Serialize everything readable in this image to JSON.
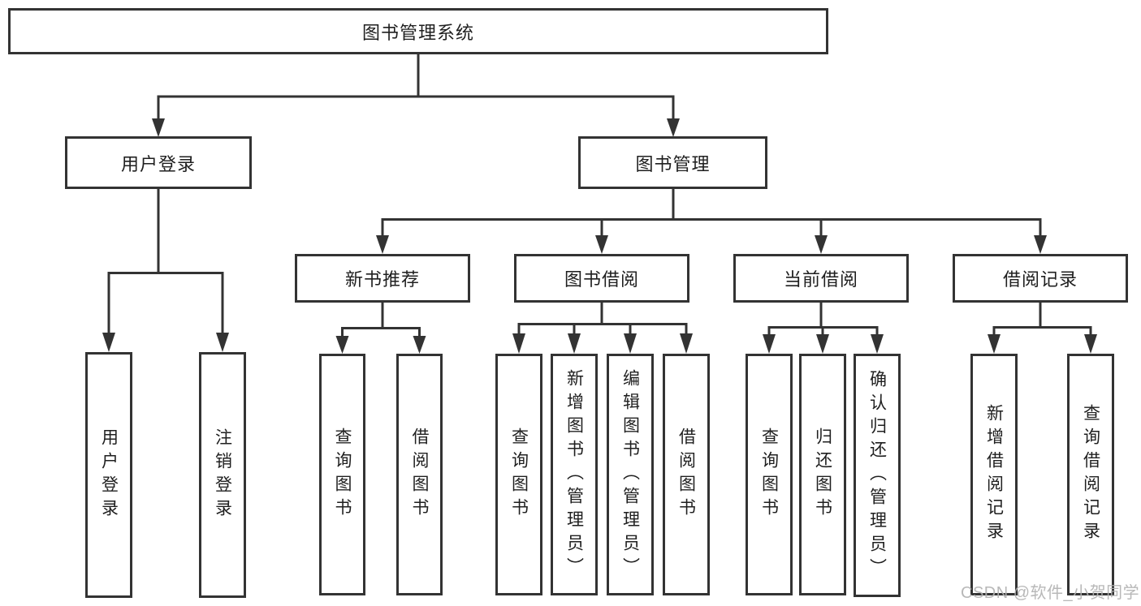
{
  "colors": {
    "background": "#ffffff",
    "line": "#333333",
    "box_border": "#333333",
    "box_fill": "#ffffff",
    "text": "#1f1f1f",
    "watermark": "#b2b2b2"
  },
  "watermark": {
    "text": "CSDN @软件_小贺同学"
  },
  "tree": {
    "root": {
      "label": "图书管理系统"
    },
    "branches": {
      "user_login": {
        "label": "用户登录",
        "children": {
          "login": {
            "label": "用户登录"
          },
          "logout": {
            "label": "注销登录"
          }
        }
      },
      "book_mgmt": {
        "label": "图书管理",
        "sections": {
          "new_book": {
            "label": "新书推荐",
            "children": {
              "query": {
                "label": "查询图书"
              },
              "borrow": {
                "label": "借阅图书"
              }
            }
          },
          "borrowing": {
            "label": "图书借阅",
            "children": {
              "query": {
                "label": "查询图书"
              },
              "add": {
                "label": "新增图书（管理员）"
              },
              "edit": {
                "label": "编辑图书（管理员）"
              },
              "borrow": {
                "label": "借阅图书"
              }
            }
          },
          "current": {
            "label": "当前借阅",
            "children": {
              "query": {
                "label": "查询图书"
              },
              "return": {
                "label": "归还图书"
              },
              "confirm": {
                "label": "确认归还（管理员）"
              }
            }
          },
          "records": {
            "label": "借阅记录",
            "children": {
              "add": {
                "label": "新增借阅记录"
              },
              "query": {
                "label": "查询借阅记录"
              }
            }
          }
        }
      }
    }
  }
}
